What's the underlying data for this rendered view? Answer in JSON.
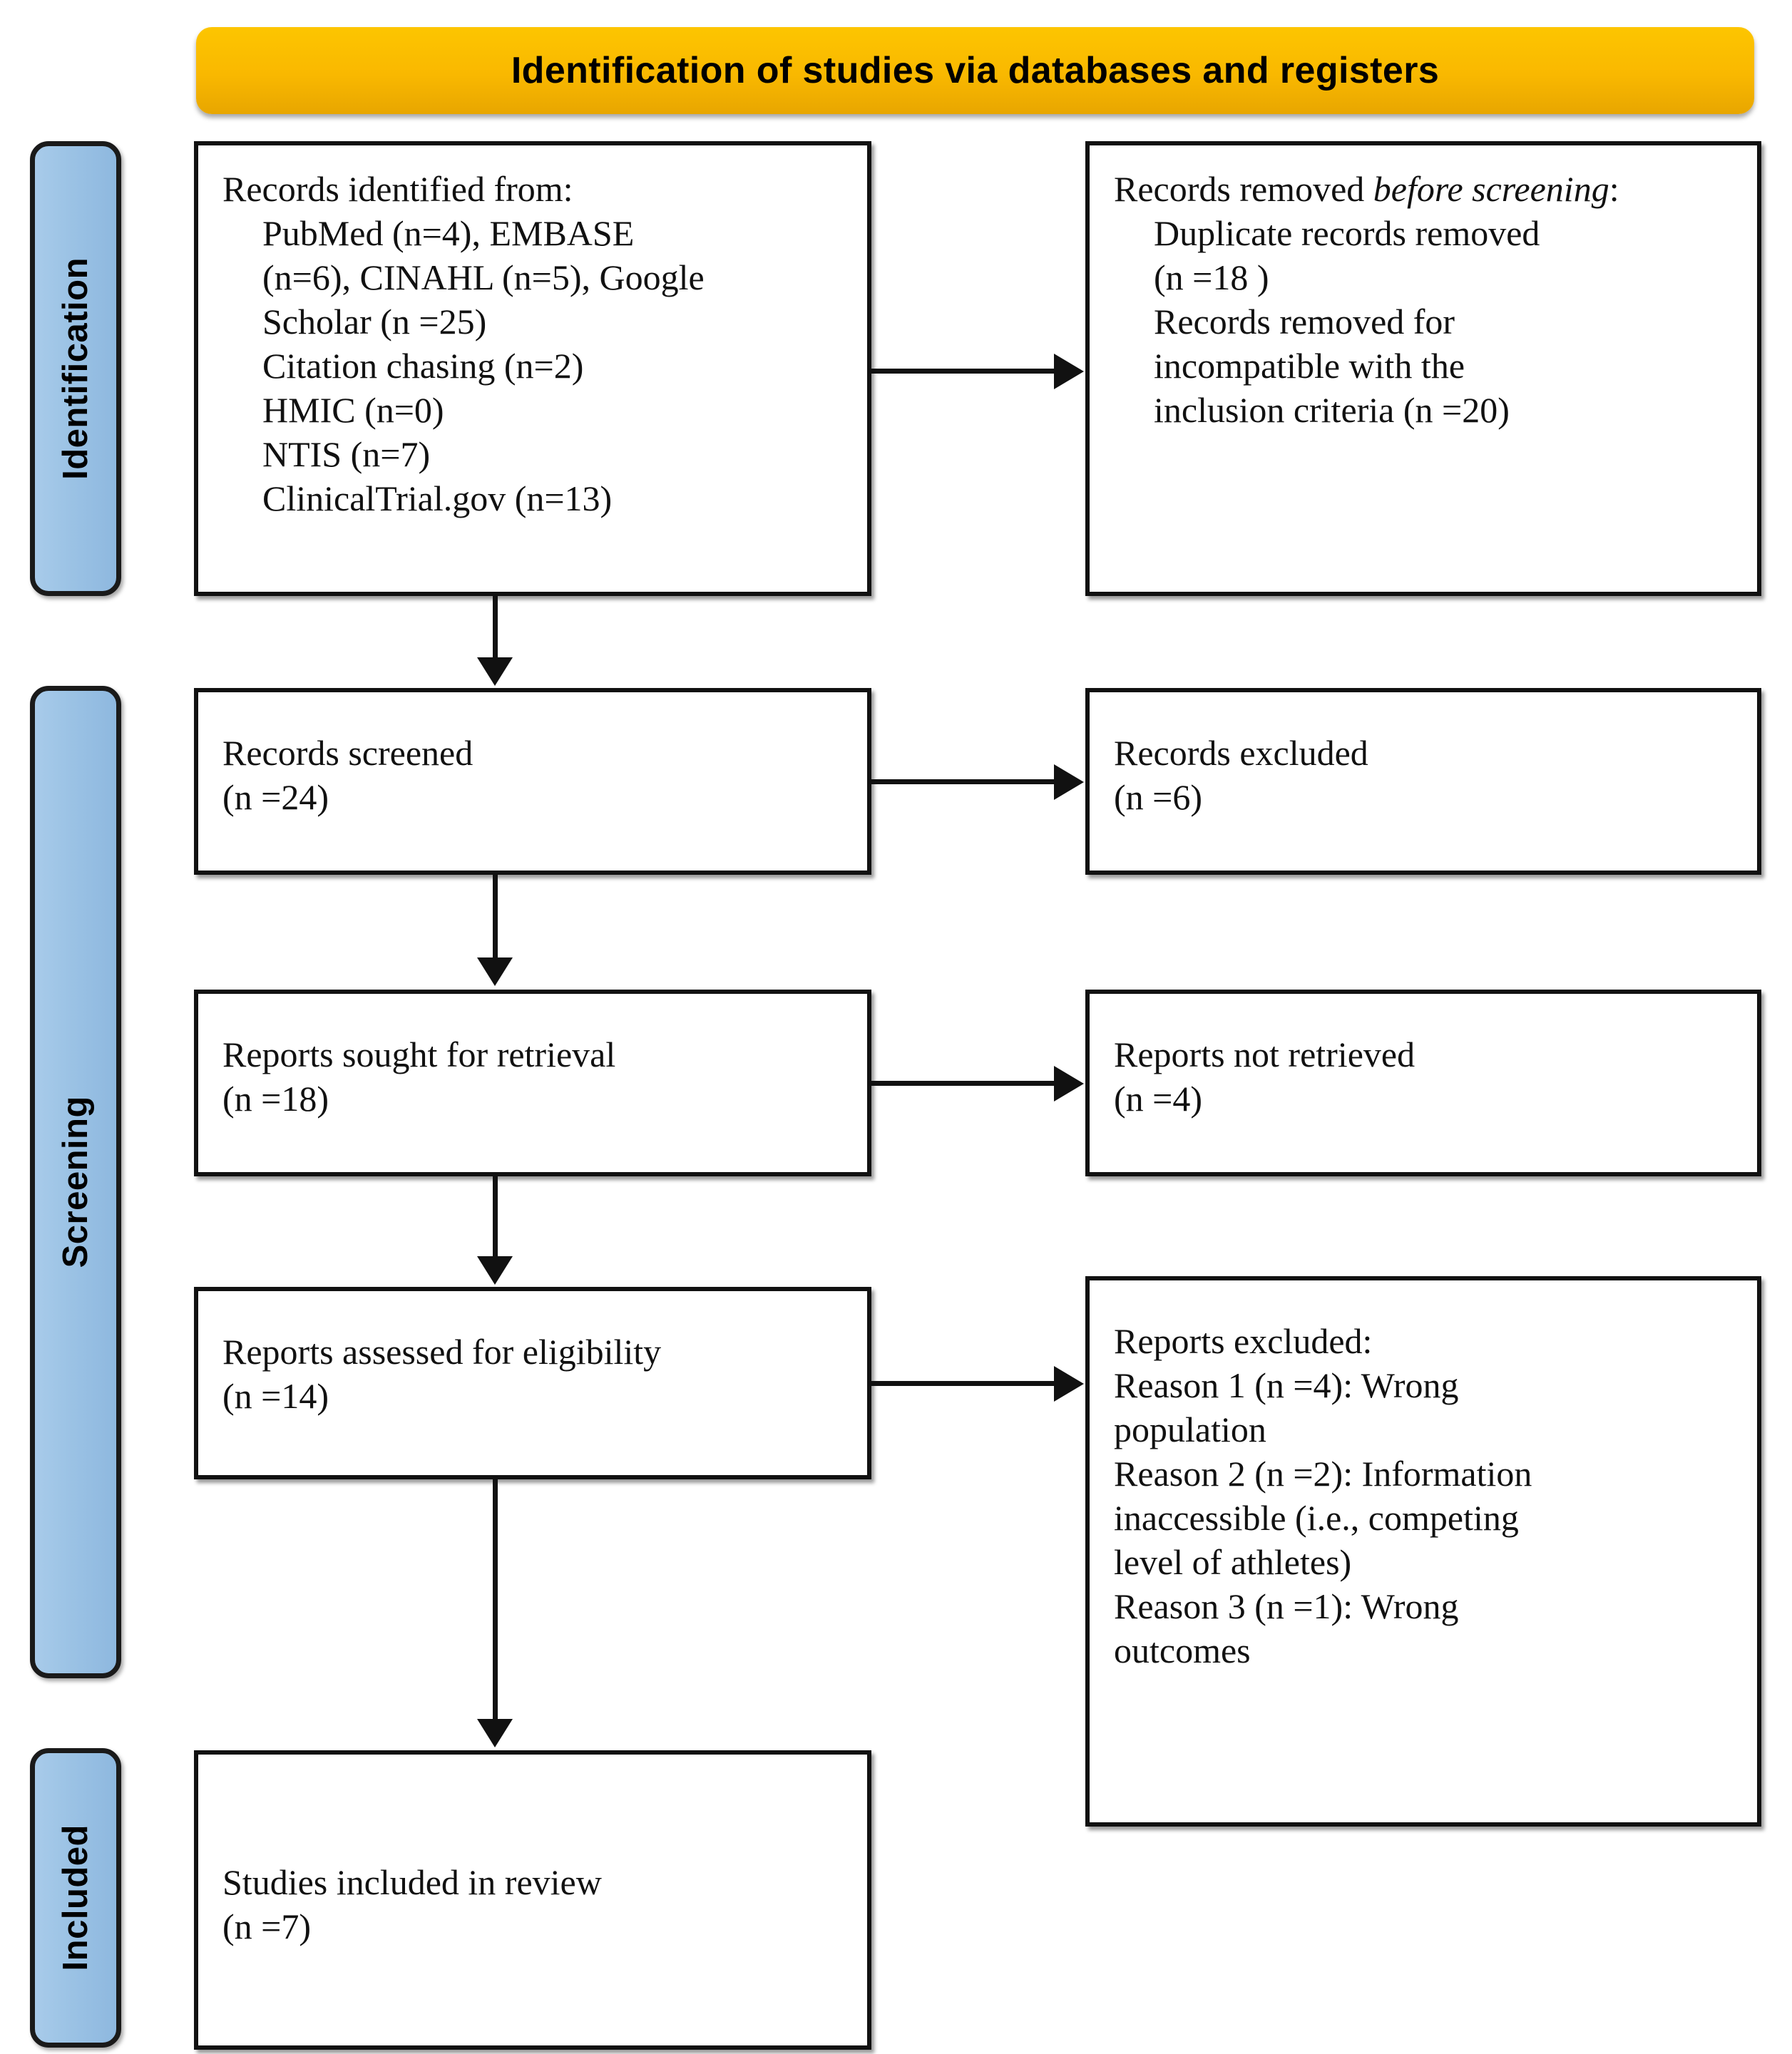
{
  "banner": {
    "title": "Identification of studies via databases and registers"
  },
  "phases": [
    {
      "id": "identification",
      "label": "Identification"
    },
    {
      "id": "screening",
      "label": "Screening"
    },
    {
      "id": "included",
      "label": "Included"
    }
  ],
  "boxes": {
    "identified": {
      "heading": "Records identified from:",
      "lines": [
        "PubMed (n=4), EMBASE",
        "(n=6), CINAHL (n=5), Google",
        "Scholar (n =25)",
        "Citation chasing (n=2)",
        "HMIC (n=0)",
        "NTIS (n=7)",
        "ClinicalTrial.gov (n=13)"
      ]
    },
    "removed_before_screening": {
      "heading_plain": "Records removed ",
      "heading_italic": "before screening",
      "heading_suffix": ":",
      "lines": [
        "Duplicate records removed",
        "(n =18 )",
        "Records removed for",
        "incompatible with the",
        "inclusion criteria (n =20)"
      ]
    },
    "records_screened": {
      "label": "Records screened",
      "count": "(n =24)"
    },
    "records_excluded": {
      "label": "Records excluded",
      "count": "(n =6)"
    },
    "reports_sought": {
      "label": "Reports sought for retrieval",
      "count": "(n =18)"
    },
    "reports_not_retrieved": {
      "label": "Reports not retrieved",
      "count": "(n =4)"
    },
    "reports_assessed": {
      "label": "Reports assessed for eligibility",
      "count": "(n =14)"
    },
    "reports_excluded": {
      "heading": "Reports excluded:",
      "lines": [
        "Reason 1 (n =4): Wrong",
        "population",
        "Reason 2 (n =2): Information",
        "inaccessible (i.e., competing",
        "level of athletes)",
        "Reason 3 (n =1): Wrong",
        "outcomes"
      ]
    },
    "studies_included": {
      "label": "Studies included in review",
      "count": "(n =7)"
    }
  },
  "colors": {
    "banner_fill": "#FBBC04",
    "phase_fill": "#9CC3E5",
    "box_border": "#111111",
    "box_fill": "#FFFFFF",
    "connector": "#111111"
  }
}
